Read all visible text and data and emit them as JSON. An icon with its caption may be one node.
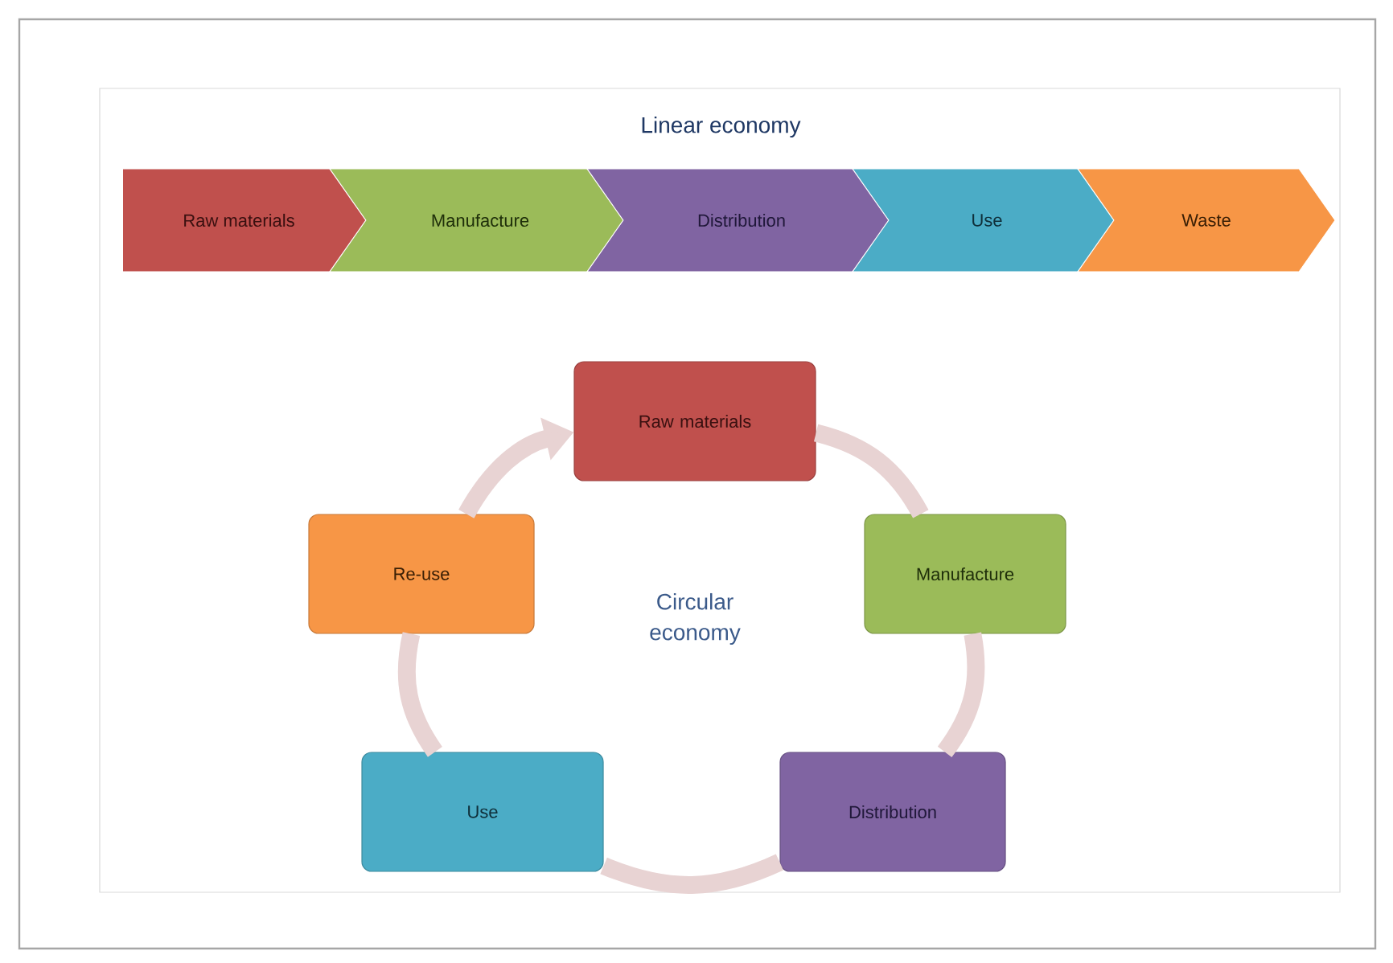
{
  "diagram": {
    "title": "Linear economy",
    "nodes": [
      {
        "text": [
          "Raw materials"
        ]
      },
      {
        "text": [
          "Manufacture"
        ]
      },
      {
        "text": [
          "Distribution"
        ]
      },
      {
        "text": [
          "Use"
        ]
      },
      {
        "text": [
          "Waste"
        ]
      },
      {
        "text": [
          "Raw materials"
        ]
      },
      {
        "text": [
          "Manufacture"
        ]
      },
      {
        "text": [
          "Distribution"
        ]
      },
      {
        "text": [
          "Use"
        ]
      },
      {
        "text": [
          "Re-use"
        ]
      }
    ],
    "edges": [
      {
        "from": 5,
        "to": 6,
        "arrow": "none"
      },
      {
        "from": 6,
        "to": 7,
        "arrow": "none"
      },
      {
        "from": 7,
        "to": 8,
        "arrow": "none"
      },
      {
        "from": 8,
        "to": 9,
        "arrow": "none"
      },
      {
        "from": 9,
        "to": 5,
        "arrow": "to"
      }
    ],
    "labels": [
      "Circular economy"
    ]
  }
}
